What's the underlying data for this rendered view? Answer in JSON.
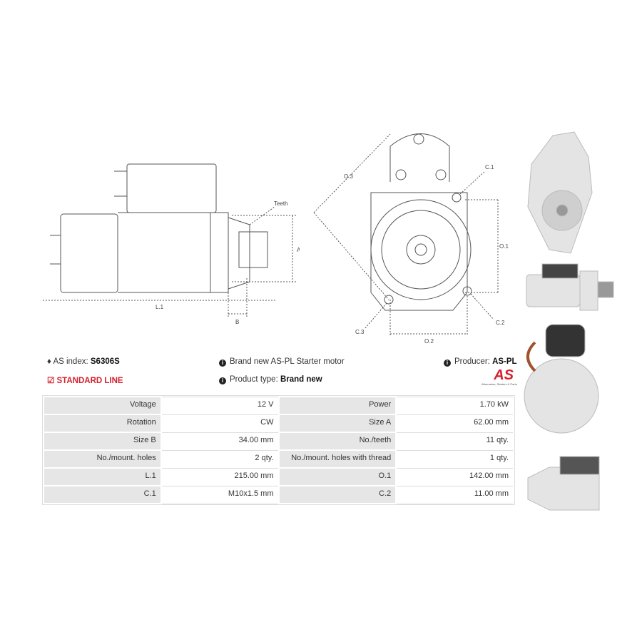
{
  "diagram_labels": {
    "teeth": "Teeth",
    "a": "A",
    "l1": "L.1",
    "b": "B",
    "o3": "O.3",
    "c1": "C.1",
    "o1": "O.1",
    "c2": "C.2",
    "c3": "C.3",
    "o2": "O.2"
  },
  "info": {
    "as_index_label": "AS index:",
    "as_index_value": "S6306S",
    "line": "STANDARD LINE",
    "description": "Brand new AS-PL Starter motor",
    "product_type_label": "Product type:",
    "product_type_value": "Brand new",
    "producer_label": "Producer:",
    "producer_value": "AS-PL"
  },
  "logo": {
    "text": "AS",
    "tagline": "Alternators, Starters & Parts"
  },
  "specs": [
    {
      "k1": "Voltage",
      "v1": "12 V",
      "k2": "Power",
      "v2": "1.70 kW"
    },
    {
      "k1": "Rotation",
      "v1": "CW",
      "k2": "Size A",
      "v2": "62.00 mm"
    },
    {
      "k1": "Size B",
      "v1": "34.00 mm",
      "k2": "No./teeth",
      "v2": "11 qty."
    },
    {
      "k1": "No./mount. holes",
      "v1": "2 qty.",
      "k2": "No./mount. holes with thread",
      "v2": "1 qty."
    },
    {
      "k1": "L.1",
      "v1": "215.00 mm",
      "k2": "O.1",
      "v2": "142.00 mm"
    },
    {
      "k1": "C.1",
      "v1": "M10x1.5 mm",
      "k2": "C.2",
      "v2": "11.00 mm"
    }
  ],
  "colors": {
    "accent": "#d4212d"
  }
}
